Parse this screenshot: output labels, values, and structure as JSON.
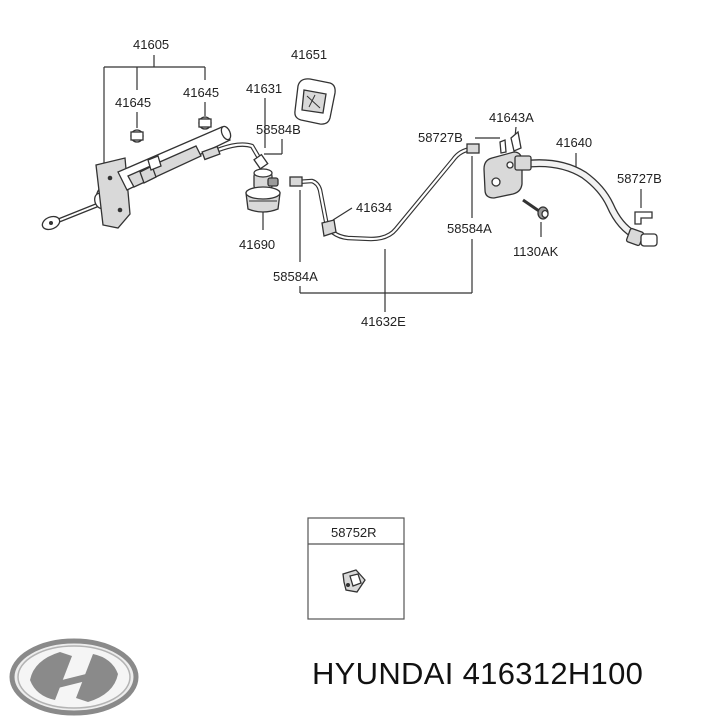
{
  "parts": {
    "master_cylinder": "41605",
    "bushing_left": "41645",
    "bushing_right": "41645",
    "reservoir_cap": "41651",
    "reservoir_hose": "41631",
    "clip_upper": "58584B",
    "reservoir": "41690",
    "clip_lower_left": "58584A",
    "bracket": "41634",
    "pipe": "41632E",
    "clip_pipe_right": "58584A",
    "clip_58727b_left": "58727B",
    "bracket_41643a": "41643A",
    "hose": "41640",
    "clip_58727b_right": "58727B",
    "bolt": "1130AK"
  },
  "inset": {
    "title": "58752R"
  },
  "brand": {
    "name": "HYUNDAI",
    "part_number": "416312H100"
  },
  "colors": {
    "line": "#333333",
    "logo": "#8a8a8a"
  }
}
